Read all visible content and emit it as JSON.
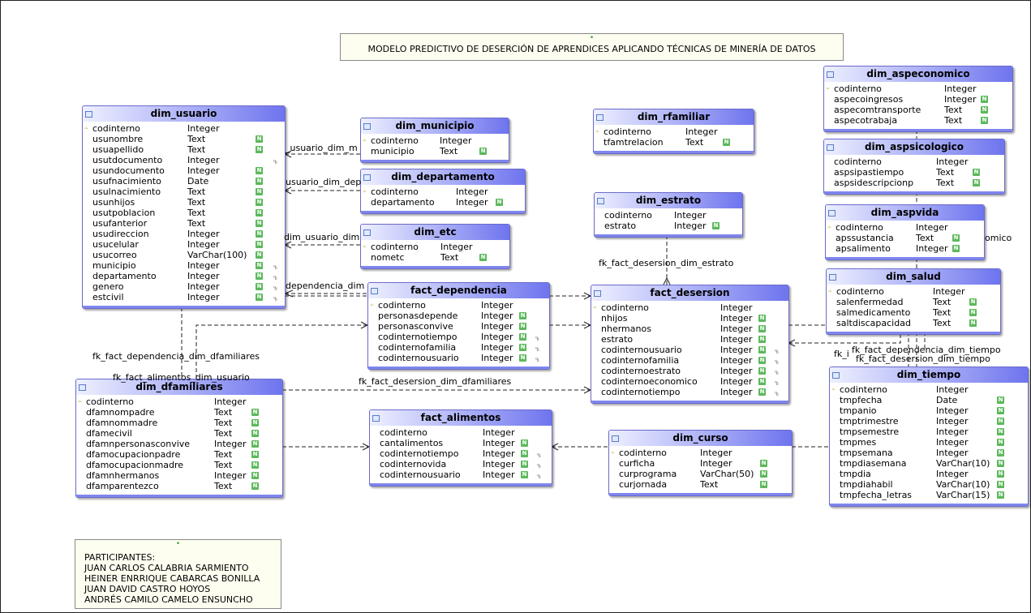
{
  "title": "MODELO PREDICTIVO DE DESERCIÓN DE APRENDICES APLICANDO TÉCNICAS DE MINERÍA DE DATOS",
  "participants": {
    "heading": "PARTICIPANTES:",
    "names": [
      "JUAN CARLOS CALABRIA SARMIENTO",
      "HEINER ENRRIQUE CABARCAS BONILLA",
      "JUAN DAVID CASTRO HOYOS",
      "ANDRÉS CAMILO CAMELO ENSUNCHO"
    ]
  },
  "colors": {
    "header_start": "#eef0ff",
    "header_end": "#6e74ee",
    "not_null_flag": "#5cb85c",
    "key_icon": "#c8a020",
    "note_bg": "#fefef0"
  },
  "icons": {
    "primary_key": "key-icon",
    "not_null": "not-null-flag-icon",
    "foreign_key": "foreign-key-flag-icon",
    "pin": "pin-icon",
    "table": "table-icon"
  },
  "entities": {
    "dim_usuario": {
      "name": "dim_usuario",
      "columns": [
        {
          "name": "codinterno",
          "type": "Integer",
          "pk": true
        },
        {
          "name": "usunombre",
          "type": "Text",
          "nn": true
        },
        {
          "name": "usuapellido",
          "type": "Text",
          "nn": true
        },
        {
          "name": "usutdocumento",
          "type": "Integer",
          "fk": true
        },
        {
          "name": "usundocumento",
          "type": "Integer",
          "nn": true
        },
        {
          "name": "usufnacimiento",
          "type": "Date",
          "nn": true
        },
        {
          "name": "usulnacimiento",
          "type": "Text",
          "nn": true
        },
        {
          "name": "usunhijos",
          "type": "Text",
          "nn": true
        },
        {
          "name": "usutpoblacion",
          "type": "Text",
          "nn": true
        },
        {
          "name": "usufanterior",
          "type": "Text",
          "nn": true
        },
        {
          "name": "usudireccion",
          "type": "Integer",
          "nn": true
        },
        {
          "name": "usucelular",
          "type": "Integer",
          "nn": true
        },
        {
          "name": "usucorreo",
          "type": "VarChar(100)",
          "nn": true
        },
        {
          "name": "municipio",
          "type": "Integer",
          "nn": true,
          "fk": true
        },
        {
          "name": "departamento",
          "type": "Integer",
          "nn": true,
          "fk": true
        },
        {
          "name": "genero",
          "type": "Integer",
          "nn": true,
          "fk": true
        },
        {
          "name": "estcivil",
          "type": "Integer",
          "nn": true,
          "fk": true
        }
      ]
    },
    "dim_municipio": {
      "name": "dim_municipio",
      "columns": [
        {
          "name": "codinterno",
          "type": "Integer",
          "pk": true
        },
        {
          "name": "municipio",
          "type": "Text",
          "nn": true
        }
      ]
    },
    "dim_departamento": {
      "name": "dim_departamento",
      "columns": [
        {
          "name": "codinterno",
          "type": "Integer",
          "pk": true
        },
        {
          "name": "departamento",
          "type": "Integer",
          "nn": true
        }
      ]
    },
    "dim_etc": {
      "name": "dim_etc",
      "columns": [
        {
          "name": "codinterno",
          "type": "Integer",
          "pk": true
        },
        {
          "name": "nometc",
          "type": "Text",
          "nn": true
        }
      ]
    },
    "dim_rfamiliar": {
      "name": "dim_rfamiliar",
      "columns": [
        {
          "name": "codinterno",
          "type": "Integer",
          "pk": true
        },
        {
          "name": "tfamtrelacion",
          "type": "Text",
          "nn": true
        }
      ]
    },
    "dim_estrato": {
      "name": "dim_estrato",
      "columns": [
        {
          "name": "codinterno",
          "type": "Integer"
        },
        {
          "name": "estrato",
          "type": "Integer",
          "nn": true
        }
      ]
    },
    "dim_aspeconomico": {
      "name": "dim_aspeconomico",
      "columns": [
        {
          "name": "codinterno",
          "type": "Integer",
          "pk": true
        },
        {
          "name": "aspecoingresos",
          "type": "Integer",
          "nn": true
        },
        {
          "name": "aspecomtransporte",
          "type": "Text",
          "nn": true
        },
        {
          "name": "aspecotrabaja",
          "type": "Text",
          "nn": true
        }
      ]
    },
    "dim_aspsicologico": {
      "name": "dim_aspsicologico",
      "columns": [
        {
          "name": "codinterno",
          "type": "Integer"
        },
        {
          "name": "aspsipastiempo",
          "type": "Text",
          "nn": true
        },
        {
          "name": "aspsidescripcionp",
          "type": "Text",
          "nn": true
        }
      ]
    },
    "dim_aspvida": {
      "name": "dim_aspvida",
      "columns": [
        {
          "name": "codinterno",
          "type": "Integer",
          "pk": true
        },
        {
          "name": "apssustancia",
          "type": "Text",
          "nn": true
        },
        {
          "name": "apsalimento",
          "type": "Integer",
          "nn": true
        }
      ]
    },
    "dim_salud": {
      "name": "dim_salud",
      "columns": [
        {
          "name": "codinterno",
          "type": "Integer",
          "pk": true
        },
        {
          "name": "salenfermedad",
          "type": "Text",
          "nn": true
        },
        {
          "name": "salmedicamento",
          "type": "Text",
          "nn": true
        },
        {
          "name": "saltdiscapacidad",
          "type": "Text",
          "nn": true
        }
      ]
    },
    "fact_dependencia": {
      "name": "fact_dependencia",
      "columns": [
        {
          "name": "codinterno",
          "type": "Integer",
          "pk": true
        },
        {
          "name": "personasdepende",
          "type": "Integer",
          "nn": true
        },
        {
          "name": "personasconvive",
          "type": "Integer",
          "nn": true
        },
        {
          "name": "codinternotiempo",
          "type": "Integer",
          "nn": true,
          "fk": true
        },
        {
          "name": "codinternofamilia",
          "type": "Integer",
          "nn": true,
          "fk": true
        },
        {
          "name": "codinternousuario",
          "type": "Integer",
          "nn": true,
          "fk": true
        }
      ]
    },
    "fact_desersion": {
      "name": "fact_desersion",
      "columns": [
        {
          "name": "codinterno",
          "type": "Integer",
          "pk": true
        },
        {
          "name": "nhijos",
          "type": "Integer",
          "nn": true
        },
        {
          "name": "nhermanos",
          "type": "Integer",
          "nn": true
        },
        {
          "name": "estrato",
          "type": "Integer",
          "nn": true
        },
        {
          "name": "codinternousuario",
          "type": "Integer",
          "nn": true,
          "fk": true
        },
        {
          "name": "codinternofamilia",
          "type": "Integer",
          "nn": true,
          "fk": true
        },
        {
          "name": "codinternoestrato",
          "type": "Integer",
          "nn": true,
          "fk": true
        },
        {
          "name": "codinternoeconomico",
          "type": "Integer",
          "nn": true,
          "fk": true
        },
        {
          "name": "codinternotiempo",
          "type": "Integer",
          "nn": true,
          "fk": true
        }
      ]
    },
    "dim_dfamiliares": {
      "name": "dim_dfamiliares",
      "columns": [
        {
          "name": "codinterno",
          "type": "Integer",
          "pk": true
        },
        {
          "name": "dfamnompadre",
          "type": "Text",
          "nn": true
        },
        {
          "name": "dfamnommadre",
          "type": "Text",
          "nn": true
        },
        {
          "name": "dfamecivil",
          "type": "Text",
          "nn": true
        },
        {
          "name": "dfamnpersonasconvive",
          "type": "Integer",
          "nn": true
        },
        {
          "name": "dfamocupacionpadre",
          "type": "Text",
          "nn": true
        },
        {
          "name": "dfamocupacionmadre",
          "type": "Text",
          "nn": true
        },
        {
          "name": "dfamnhermanos",
          "type": "Integer",
          "nn": true
        },
        {
          "name": "dfamparentezco",
          "type": "Text",
          "nn": true
        }
      ]
    },
    "fact_alimentos": {
      "name": "fact_alimentos",
      "columns": [
        {
          "name": "codinterno",
          "type": "Integer"
        },
        {
          "name": "cantalimentos",
          "type": "Integer",
          "nn": true
        },
        {
          "name": "codinternotiempo",
          "type": "Integer",
          "nn": true,
          "fk": true
        },
        {
          "name": "codinternovida",
          "type": "Integer",
          "nn": true,
          "fk": true
        },
        {
          "name": "codinternousuario",
          "type": "Integer",
          "nn": true,
          "fk": true
        }
      ]
    },
    "dim_curso": {
      "name": "dim_curso",
      "columns": [
        {
          "name": "codinterno",
          "type": "Integer",
          "pk": true
        },
        {
          "name": "curficha",
          "type": "Integer",
          "nn": true
        },
        {
          "name": "curprograma",
          "type": "VarChar(50)",
          "nn": true
        },
        {
          "name": "curjornada",
          "type": "Text",
          "nn": true
        }
      ]
    },
    "dim_tiempo": {
      "name": "dim_tiempo",
      "columns": [
        {
          "name": "codinterno",
          "type": "Integer",
          "pk": true
        },
        {
          "name": "tmpfecha",
          "type": "Date",
          "nn": true
        },
        {
          "name": "tmpanio",
          "type": "Integer",
          "nn": true
        },
        {
          "name": "tmptrimestre",
          "type": "Integer",
          "nn": true
        },
        {
          "name": "tmpsemestre",
          "type": "Integer",
          "nn": true
        },
        {
          "name": "tmpmes",
          "type": "Integer",
          "nn": true
        },
        {
          "name": "tmpsemana",
          "type": "Integer",
          "nn": true
        },
        {
          "name": "tmpdiasemana",
          "type": "VarChar(10)",
          "nn": true
        },
        {
          "name": "tmpdia",
          "type": "Integer",
          "nn": true
        },
        {
          "name": "tmpdiahabil",
          "type": "VarChar(10)",
          "nn": true
        },
        {
          "name": "tmpfecha_letras",
          "type": "VarChar(15)",
          "nn": true
        }
      ]
    }
  },
  "relationship_labels": {
    "usuario_municipio": "_usuario_dim_m",
    "usuario_departamento": "usuario_dim_dep",
    "usuario_etc": "dim_usuario_dim",
    "dependencia_usuario": "dependencia_dim",
    "dependencia_dfamiliares": "fk_fact_dependencia_dim_dfamiliares",
    "alimentos_usuario": "fk_fact_alimentos_dim_usuario",
    "desersion_dfamiliares": "fk_fact_desersion_dim_dfamiliares",
    "desersion_estrato": "fk_fact_desersion_dim_estrato",
    "dependencia_tiempo": "fk_fact_dependencia_dim_tiempo",
    "desersion_tiempo": "fk_fact_desersion_dim_tiempo",
    "partial_f": "fk_i",
    "partial_omico": "omico"
  }
}
